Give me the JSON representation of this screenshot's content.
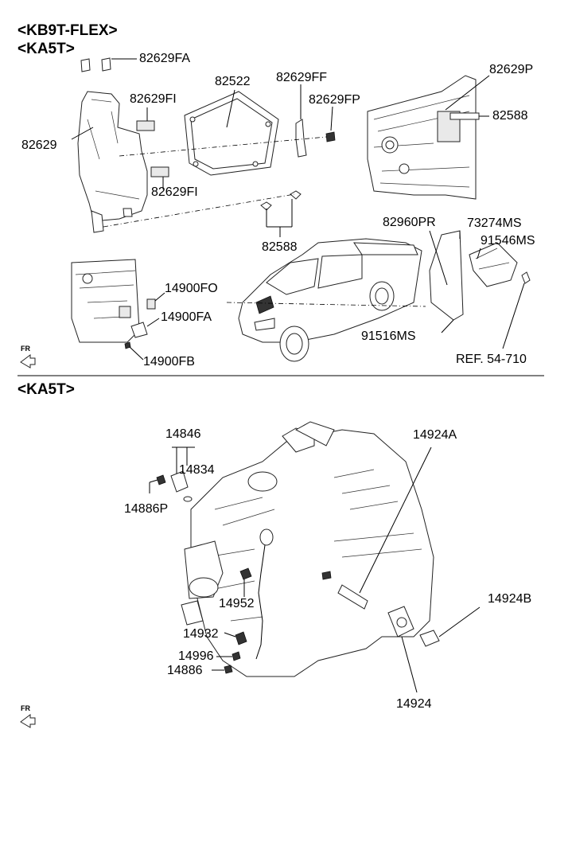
{
  "sections": {
    "upper": {
      "headers": [
        "<KB9T-FLEX>",
        "<KA5T>"
      ]
    },
    "lower": {
      "header": "<KA5T>"
    }
  },
  "fr_marker": "FR",
  "labels": {
    "p82629FA": "82629FA",
    "p82522": "82522",
    "p82629FF": "82629FF",
    "p82629P": "82629P",
    "p82629FI_top": "82629FI",
    "p82629FP": "82629FP",
    "p82588_right": "82588",
    "p82629": "82629",
    "p82629FI_bottom": "82629FI",
    "p82960PR": "82960PR",
    "p73274MS": "73274MS",
    "p91546MS": "91546MS",
    "p82588_bottom": "82588",
    "p14900FO": "14900FO",
    "p14900FA": "14900FA",
    "p91516MS": "91516MS",
    "p14900FB": "14900FB",
    "ref54710": "REF. 54-710",
    "p14846": "14846",
    "p14924A": "14924A",
    "p14834": "14834",
    "p14886P": "14886P",
    "p14952": "14952",
    "p14924B": "14924B",
    "p14932": "14932",
    "p14996": "14996",
    "p14886": "14886",
    "p14924": "14924"
  }
}
